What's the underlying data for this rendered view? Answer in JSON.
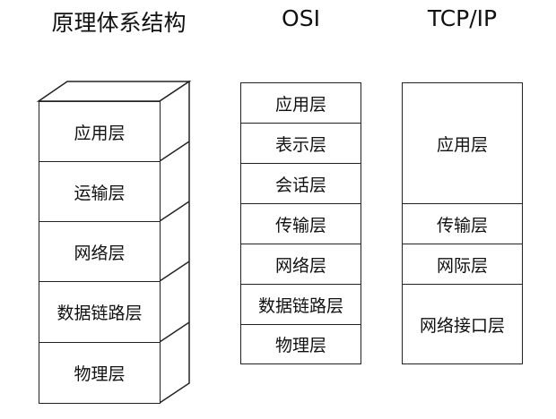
{
  "titles": {
    "architecture": "原理体系结构",
    "osi": "OSI",
    "tcpip": "TCP/IP"
  },
  "architecture_layers": [
    "应用层",
    "运输层",
    "网络层",
    "数据链路层",
    "物理层"
  ],
  "osi_layers": [
    "应用层",
    "表示层",
    "会话层",
    "传输层",
    "网络层",
    "数据链路层",
    "物理层"
  ],
  "tcpip_layers": [
    "应用层",
    "传输层",
    "网际层",
    "网络接口层"
  ]
}
